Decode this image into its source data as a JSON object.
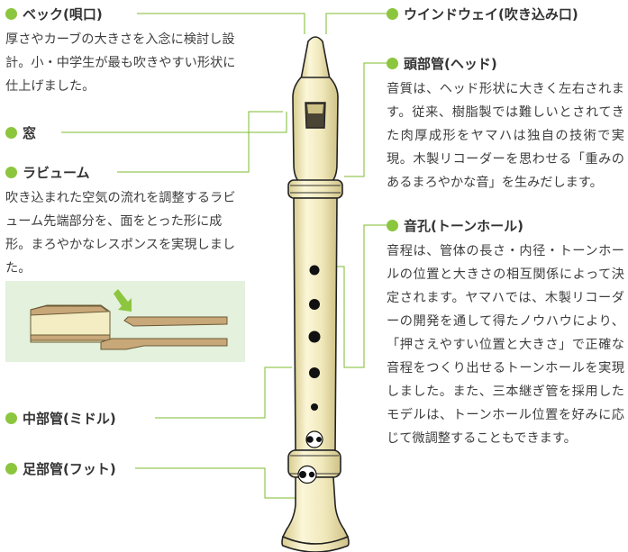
{
  "parts": {
    "beak": {
      "name": "ベック(唄口)",
      "desc": "厚さやカーブの大きさを入念に検討し設計。小・中学生が最も吹きやすい形状に仕上げました。"
    },
    "window": {
      "name": "窓"
    },
    "labium": {
      "name": "ラビューム",
      "desc": "吹き込まれた空気の流れを調整するラビューム先端部分を、面をとった形に成形。まろやかなレスポンスを実現しました。"
    },
    "middle": {
      "name": "中部管(ミドル)"
    },
    "foot": {
      "name": "足部管(フット)"
    },
    "windway": {
      "name": "ウインドウェイ(吹き込み口)"
    },
    "head": {
      "name": "頭部管(ヘッド)",
      "desc": "音質は、ヘッド形状に大きく左右されます。従来、樹脂製では難しいとされてきた肉厚成形をヤマハは独自の技術で実現。木製リコーダーを思わせる「重みのあるまろやかな音」を生みだします。"
    },
    "toneholes": {
      "name": "音孔(トーンホール)",
      "desc": "音程は、管体の長さ・内径・トーンホールの位置と大きさの相互関係によって決定されます。ヤマハでは、木製リコーダーの開発を通して得たノウハウにより、「押さえやすい位置と大きさ」で正確な音程をつくり出せるトーンホールを実現しました。また、三本継ぎ管を採用したモデルは、トーンホール位置を好みに応じて微調整することもできます。"
    }
  },
  "colors": {
    "accent": "#8cc63f",
    "leader": "#7dbb2e",
    "body": "#f2ebbf",
    "inset_bg": "#e3f1dd"
  }
}
